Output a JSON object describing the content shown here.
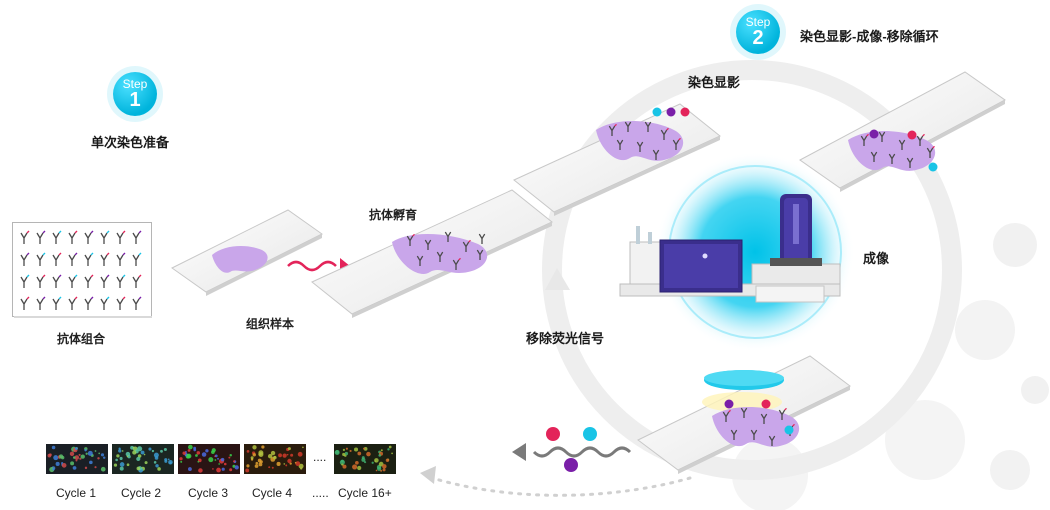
{
  "step1": {
    "word": "Step",
    "number": "1",
    "title": "单次染色准备"
  },
  "step2": {
    "word": "Step",
    "number": "2",
    "title": "染色显影-成像-移除循环"
  },
  "labels": {
    "antibody_panel": "抗体组合",
    "tissue_sample": "组织样本",
    "antibody_incubation": "抗体孵育",
    "stain_visualize": "染色显影",
    "imaging": "成像",
    "remove_signal": "移除荧光信号"
  },
  "cycles": {
    "items": [
      "Cycle 1",
      "Cycle 2",
      "Cycle 3",
      "Cycle 4",
      ".....",
      "Cycle 16+"
    ],
    "gap_dots": "...."
  },
  "colors": {
    "accent": "#00b4dc",
    "tissue": "#c9a6ea",
    "dye_cyan": "#19c4e6",
    "dye_purple": "#7a1fa8",
    "dye_red": "#e3245a"
  }
}
